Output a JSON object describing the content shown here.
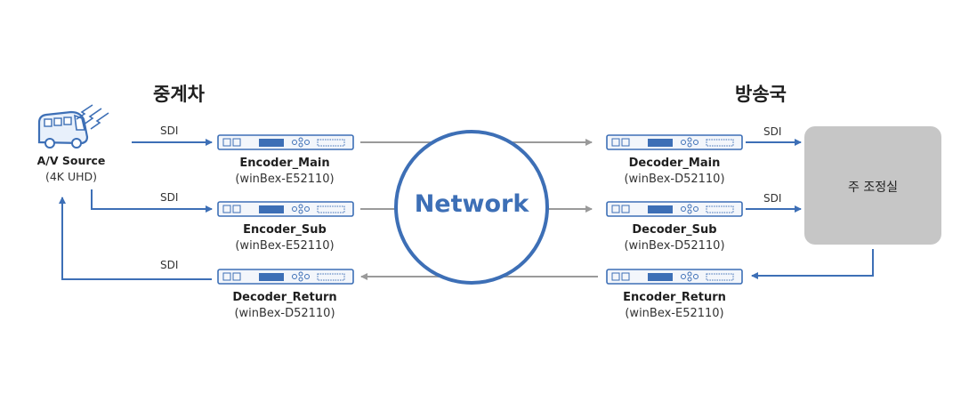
{
  "headers": {
    "left": "중계차",
    "right": "방송국"
  },
  "source": {
    "label": "A/V Source",
    "sub": "(4K UHD)",
    "icon": "broadcast-van-icon"
  },
  "network": {
    "label": "Network"
  },
  "studio": {
    "label": "주 조정실"
  },
  "sdi_label": "SDI",
  "devices_left": [
    {
      "name": "Encoder_Main",
      "model": "(winBex-E52110)"
    },
    {
      "name": "Encoder_Sub",
      "model": "(winBex-E52110)"
    },
    {
      "name": "Decoder_Return",
      "model": "(winBex-D52110)"
    }
  ],
  "devices_right": [
    {
      "name": "Decoder_Main",
      "model": "(winBex-D52110)"
    },
    {
      "name": "Decoder_Sub",
      "model": "(winBex-D52110)"
    },
    {
      "name": "Encoder_Return",
      "model": "(winBex-E52110)"
    }
  ],
  "colors": {
    "blue": "#3d6fb6",
    "gray_arrow": "#9a9a9a",
    "studio_fill": "#c6c6c6"
  }
}
